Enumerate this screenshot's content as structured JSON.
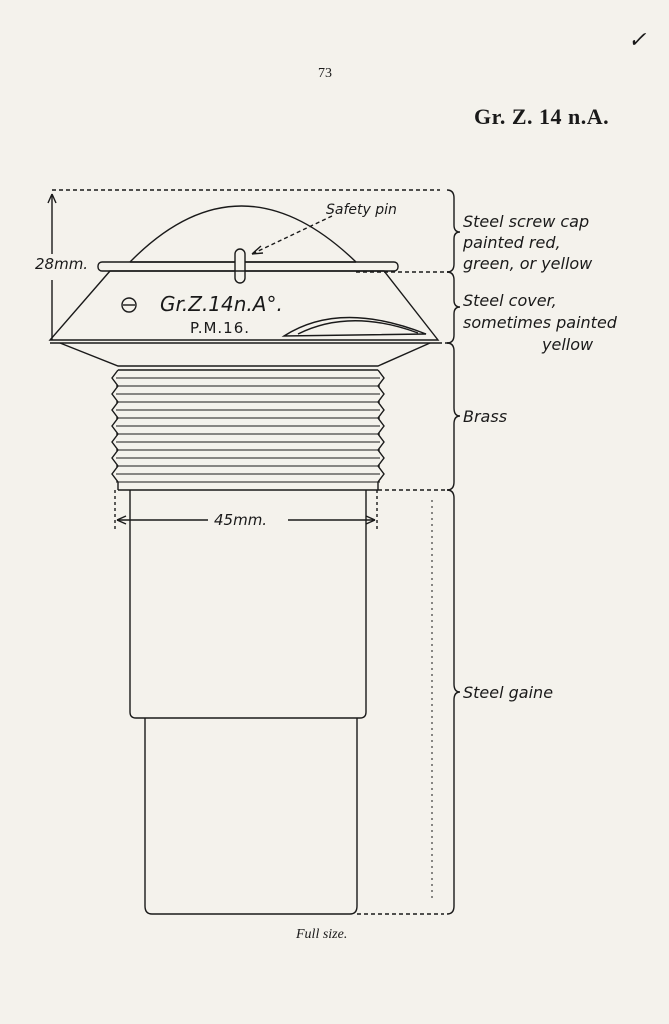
{
  "page": {
    "number": "73",
    "title": "Gr. Z. 14 n.A.",
    "margin_mark": "✓",
    "caption": "Full size."
  },
  "drawing": {
    "engraving_line1": "Gr.Z.14n.A°.",
    "engraving_line2": "P.M.16."
  },
  "dimensions": {
    "height": "28mm.",
    "diameter": "45mm."
  },
  "labels": {
    "safety_pin": "Safety pin",
    "cap_line1": "Steel screw cap",
    "cap_line2": "painted red,",
    "cap_line3": "green, or yellow",
    "cover_line1": "Steel cover,",
    "cover_line2": "sometimes painted",
    "cover_line3": "yellow",
    "brass": "Brass",
    "gaine": "Steel gaine"
  }
}
